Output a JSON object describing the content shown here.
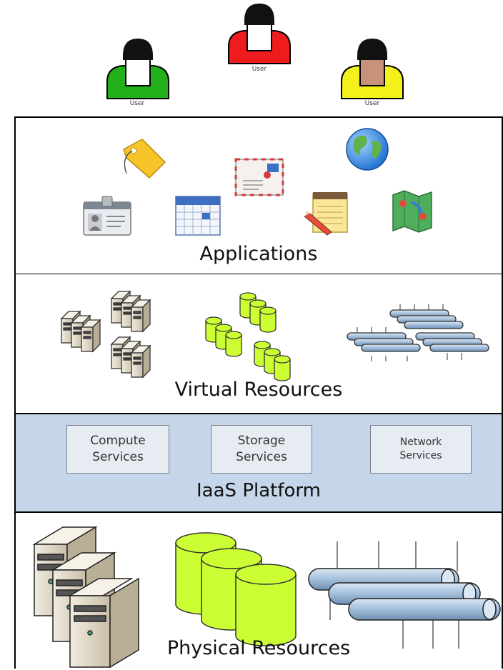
{
  "users": [
    {
      "label": "User",
      "shirt_color": "#22b11a",
      "skin_color": "#ffffff"
    },
    {
      "label": "User",
      "shirt_color": "#ee1c1c",
      "skin_color": "#ffffff"
    },
    {
      "label": "User",
      "shirt_color": "#f4f01a",
      "skin_color": "#c8917a"
    }
  ],
  "layers": {
    "applications": {
      "title": "Applications",
      "icons": [
        "tag-icon",
        "globe-icon",
        "mail-icon",
        "contact-card-icon",
        "calendar-icon",
        "notepad-icon",
        "map-icon"
      ]
    },
    "virtual": {
      "title": "Virtual Resources",
      "icons": [
        "virtual-servers-icon",
        "virtual-storage-icon",
        "virtual-network-icon"
      ]
    },
    "iaas": {
      "title": "IaaS Platform",
      "services": [
        {
          "label": "Compute\nServices"
        },
        {
          "label": "Storage\nServices"
        },
        {
          "label": "Network\nServices"
        }
      ]
    },
    "physical": {
      "title": "Physical Resources",
      "icons": [
        "physical-servers-icon",
        "physical-storage-icon",
        "physical-network-icon"
      ]
    }
  },
  "colors": {
    "iaas_bg": "#c6d6ea",
    "storage_green": "#ccff33",
    "pipe_blue": "#a9c3de",
    "server_tan": "#e3dac6"
  }
}
